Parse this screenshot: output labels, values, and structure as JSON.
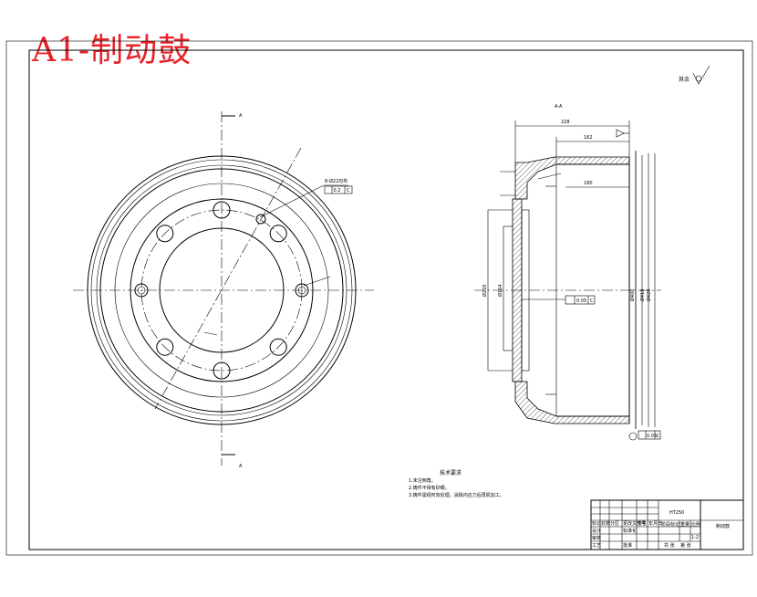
{
  "title": "A1-制动鼓",
  "surface_finish": "其余",
  "section_label": "A-A",
  "cut_label": "A",
  "material": "HT250",
  "drawing_name": "制动鼓",
  "tech_req_title": "技术要求",
  "tech_req": [
    "1.未注倒角。",
    "2.铸件不得有砂眼。",
    "3.铸件需经时效处理，消除内应力后再机加工。"
  ],
  "dims": {
    "width_total": "228",
    "width_inner": "162",
    "width_drum": "180",
    "dia_outer": "Ø420",
    "dia_2": "Ø410",
    "dia_3": "Ø400",
    "dia_hub": "Ø220",
    "dia_pilot": "Ø164",
    "tol_runout_a": "0.05",
    "tol_runout_b": "0.05",
    "tol_perp": "0.2",
    "datum": "C",
    "hole_callout": "8-Ø22均布"
  },
  "title_block": {
    "scale": "1:2",
    "sheet": "共 张",
    "sheet2": "第 张",
    "weight": "重量",
    "ratio": "比例",
    "marks": "标记",
    "qty": "处数",
    "zone": "分区",
    "change_doc": "更改文件号",
    "sign": "签名",
    "date": "年月日",
    "design": "设计",
    "check": "审核",
    "process": "工艺",
    "standard": "标准化",
    "approve": "批准",
    "stage": "阶段标记"
  }
}
